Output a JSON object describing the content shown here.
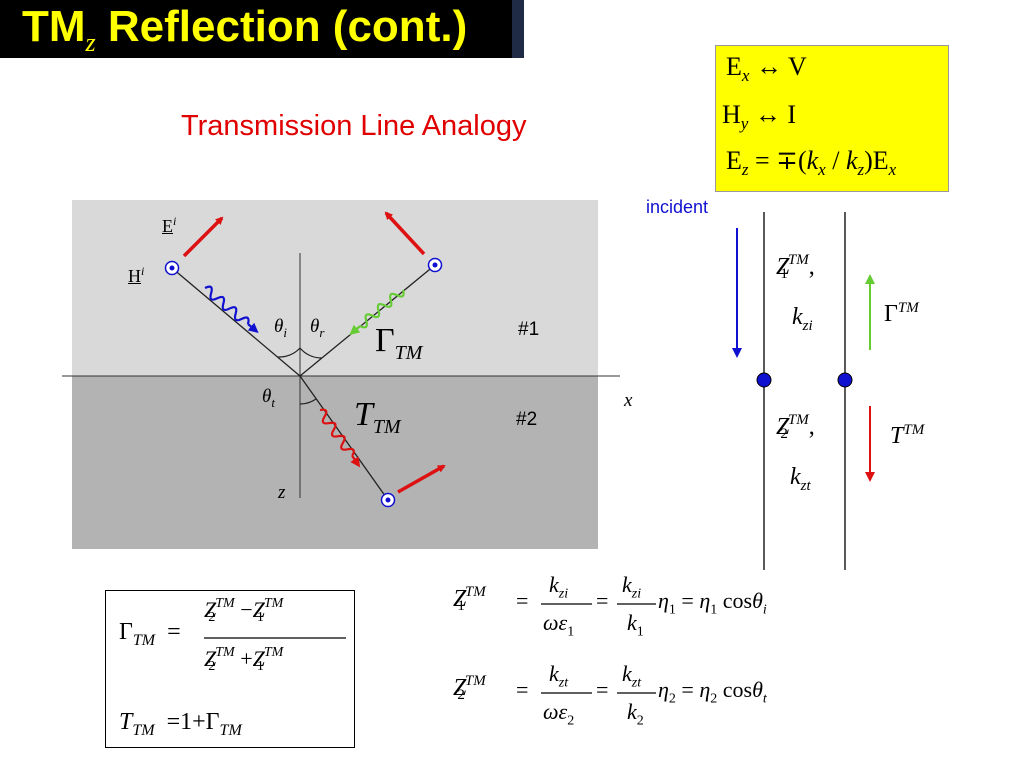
{
  "title": {
    "main": "TM",
    "sub": "z",
    "rest": "Reflection (cont.)"
  },
  "subtitle": "Transmission Line  Analogy",
  "mapping": {
    "ex_v": "Eₓ ↔ V",
    "hy_i": "Hᵧ ↔ I",
    "ez": "Eₓ"
  },
  "diagram": {
    "e_inc": "E",
    "e_sup": "i",
    "h_inc": "H",
    "h_sup": "i",
    "theta_i": "θ",
    "theta_i_sub": "i",
    "theta_r": "θ",
    "theta_r_sub": "r",
    "theta_t": "θ",
    "theta_t_sub": "t",
    "gamma": "Γ",
    "gamma_sub": "TM",
    "tau": "T",
    "tau_sub": "TM",
    "region1": "#1",
    "region2": "#2",
    "x_axis": "x",
    "z_axis": "z"
  },
  "tline": {
    "incident": "incident",
    "z1": "Z",
    "z1_sub": "1",
    "tm_sup": "TM",
    "kzi": "k",
    "kzi_sub": "zi",
    "z2": "Z",
    "z2_sub": "2",
    "kzt": "k",
    "kzt_sub": "zt",
    "gamma": "Γ",
    "tau": "T",
    "comma": ","
  },
  "colors": {
    "title_bg": "#000000",
    "title_fg": "#ffff00",
    "subtitle": "#e00000",
    "region1": "#d9d9d9",
    "region2": "#b3b3b3",
    "incident_wave": "#1010d0",
    "reflected_wave": "#66cc33",
    "transmitted_wave": "#dd1111",
    "mapping_box": "#ffff00"
  }
}
